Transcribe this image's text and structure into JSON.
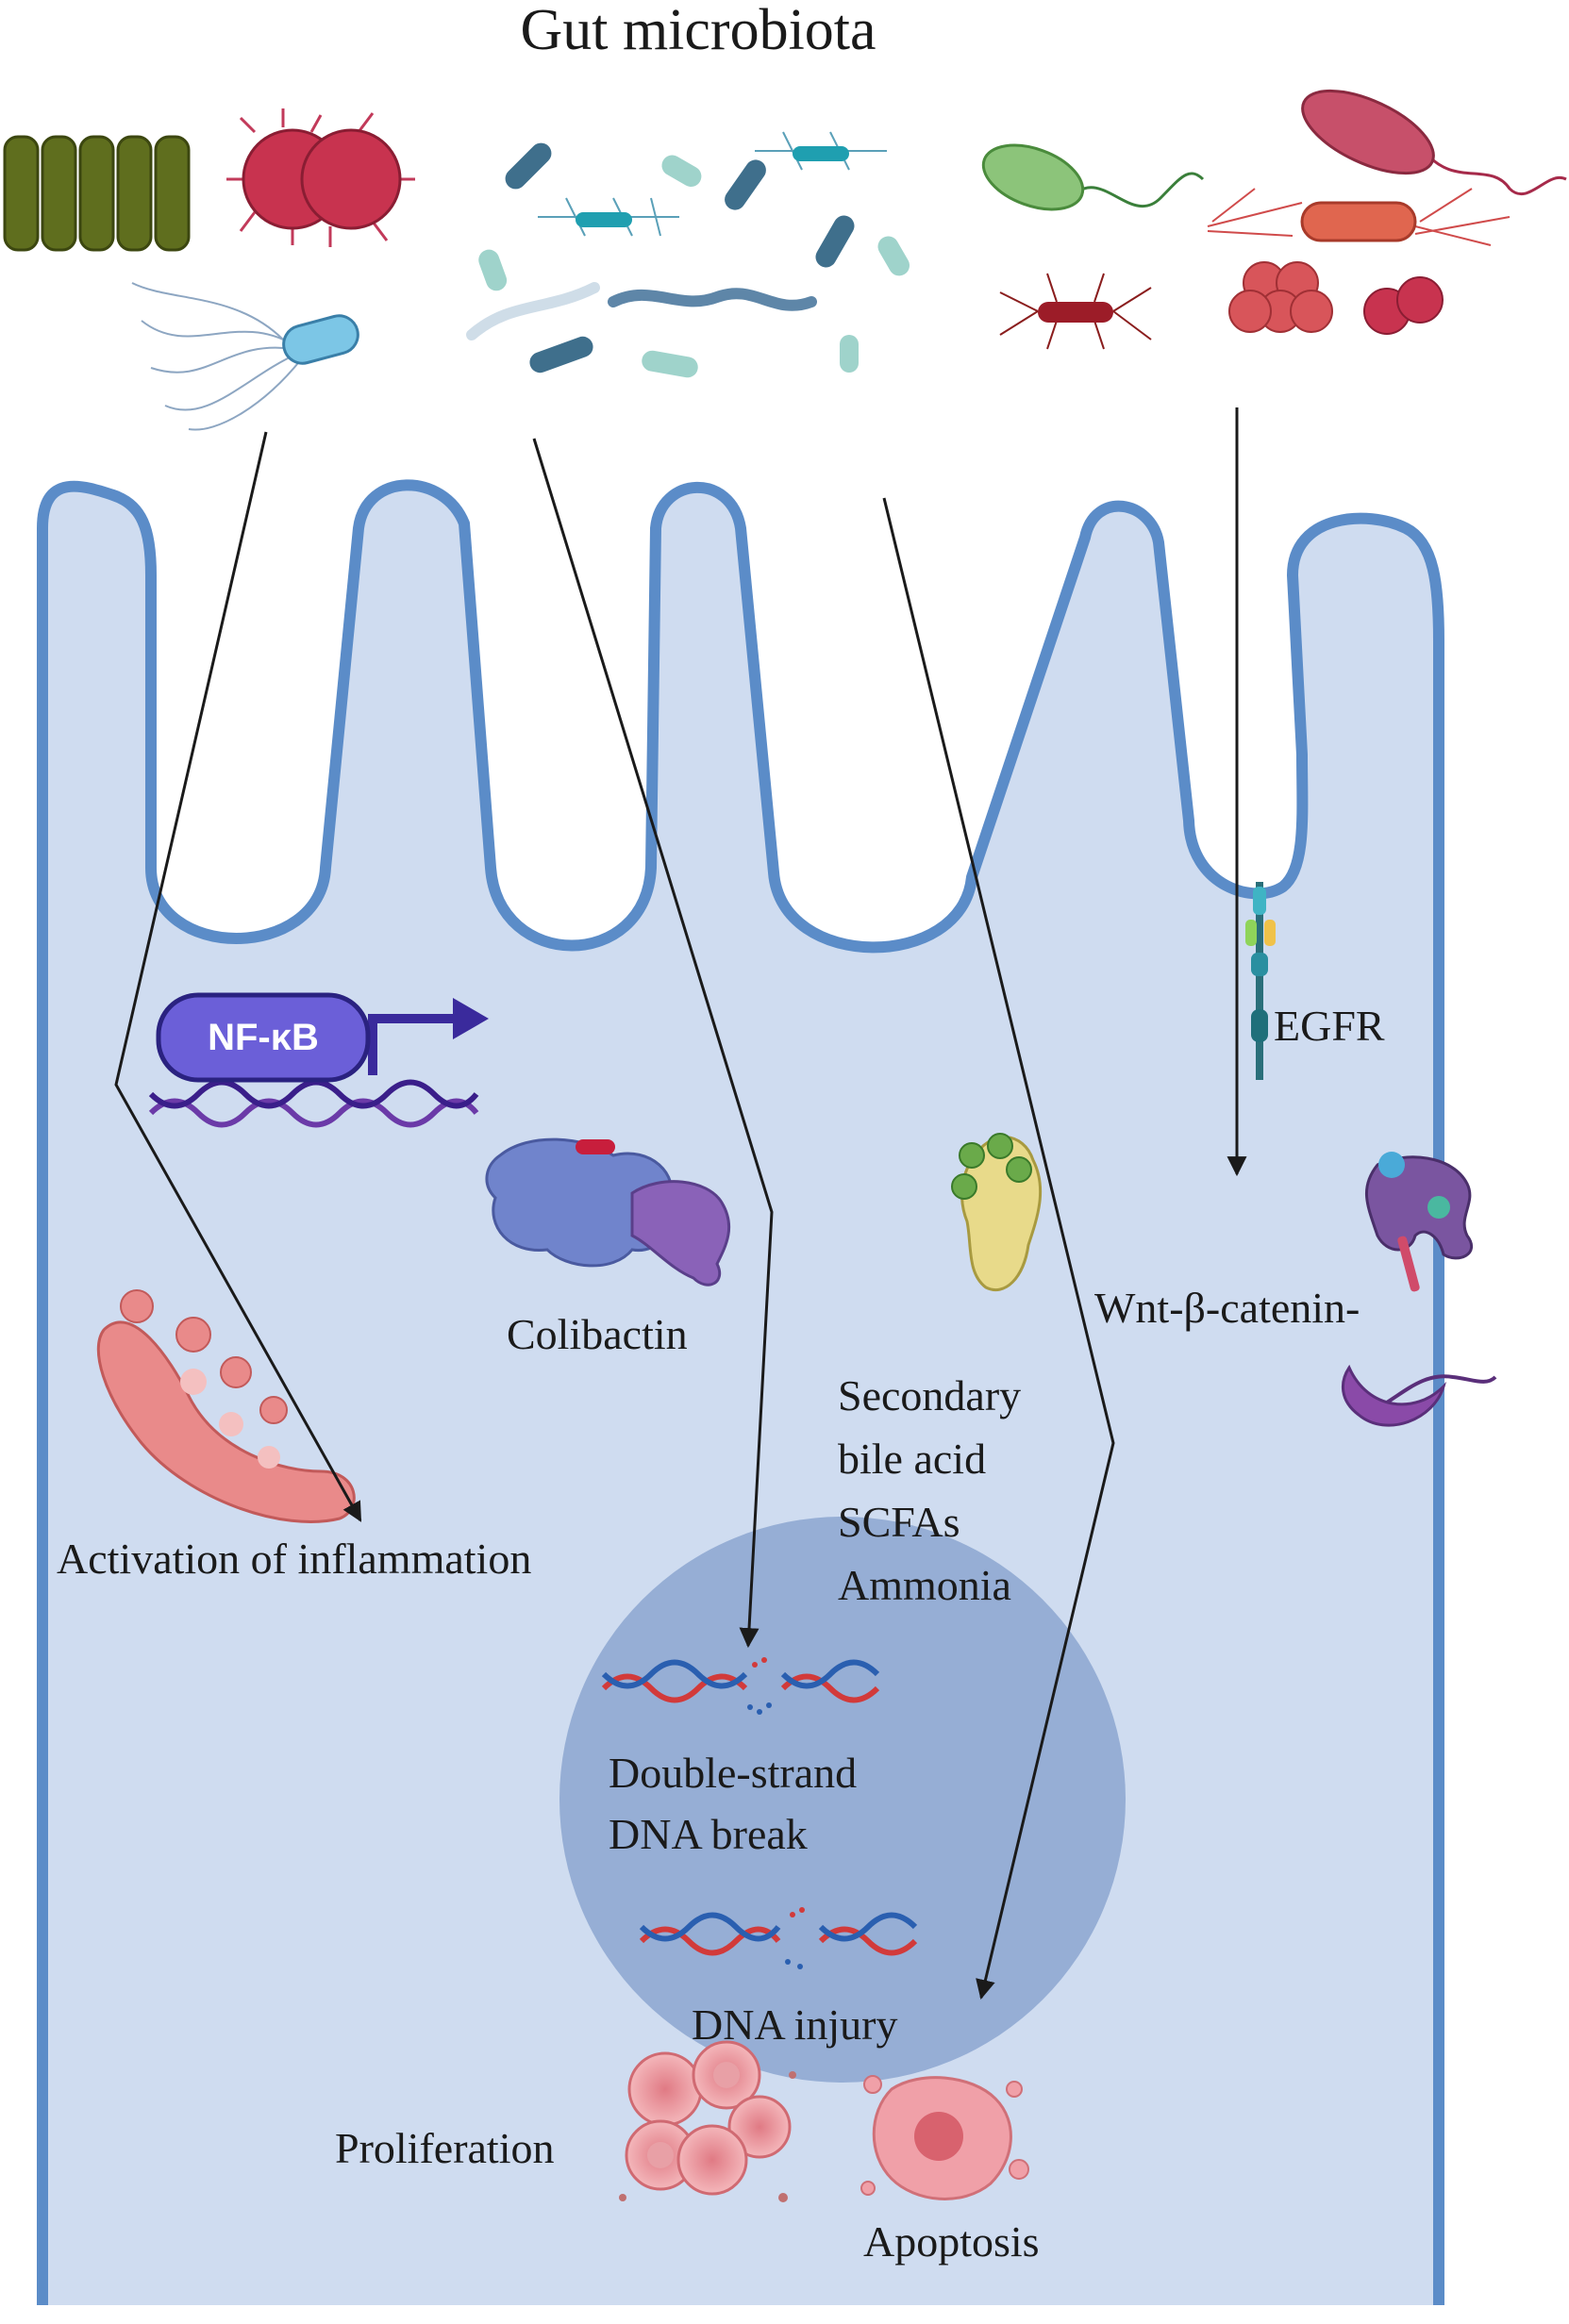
{
  "diagram": {
    "title": "Gut microbiota",
    "labels": {
      "nfkb": "NF-κB",
      "egfr": "EGFR",
      "wnt": "Wnt-β-catenin-",
      "colibactin": "Colibactin",
      "secondary_bile_acid_line1": "Secondary",
      "secondary_bile_acid_line2": "bile acid",
      "scfas": "SCFAs",
      "ammonia": "Ammonia",
      "activation_of_inflammation": "Activation of inflammation",
      "double_strand_line1": "Double-strand",
      "double_strand_line2": "DNA break",
      "dna_injury": "DNA injury",
      "proliferation": "Proliferation",
      "apoptosis": "Apoptosis"
    },
    "colors": {
      "cell_fill": "#cfdcf0",
      "cell_border": "#5b8cc8",
      "nucleus_fill": "#8fa8d2",
      "nfkb_fill": "#6b5fd8",
      "dna_red": "#d23a3a",
      "dna_blue": "#2a5fb0",
      "arrow": "#1a1a1a"
    }
  }
}
